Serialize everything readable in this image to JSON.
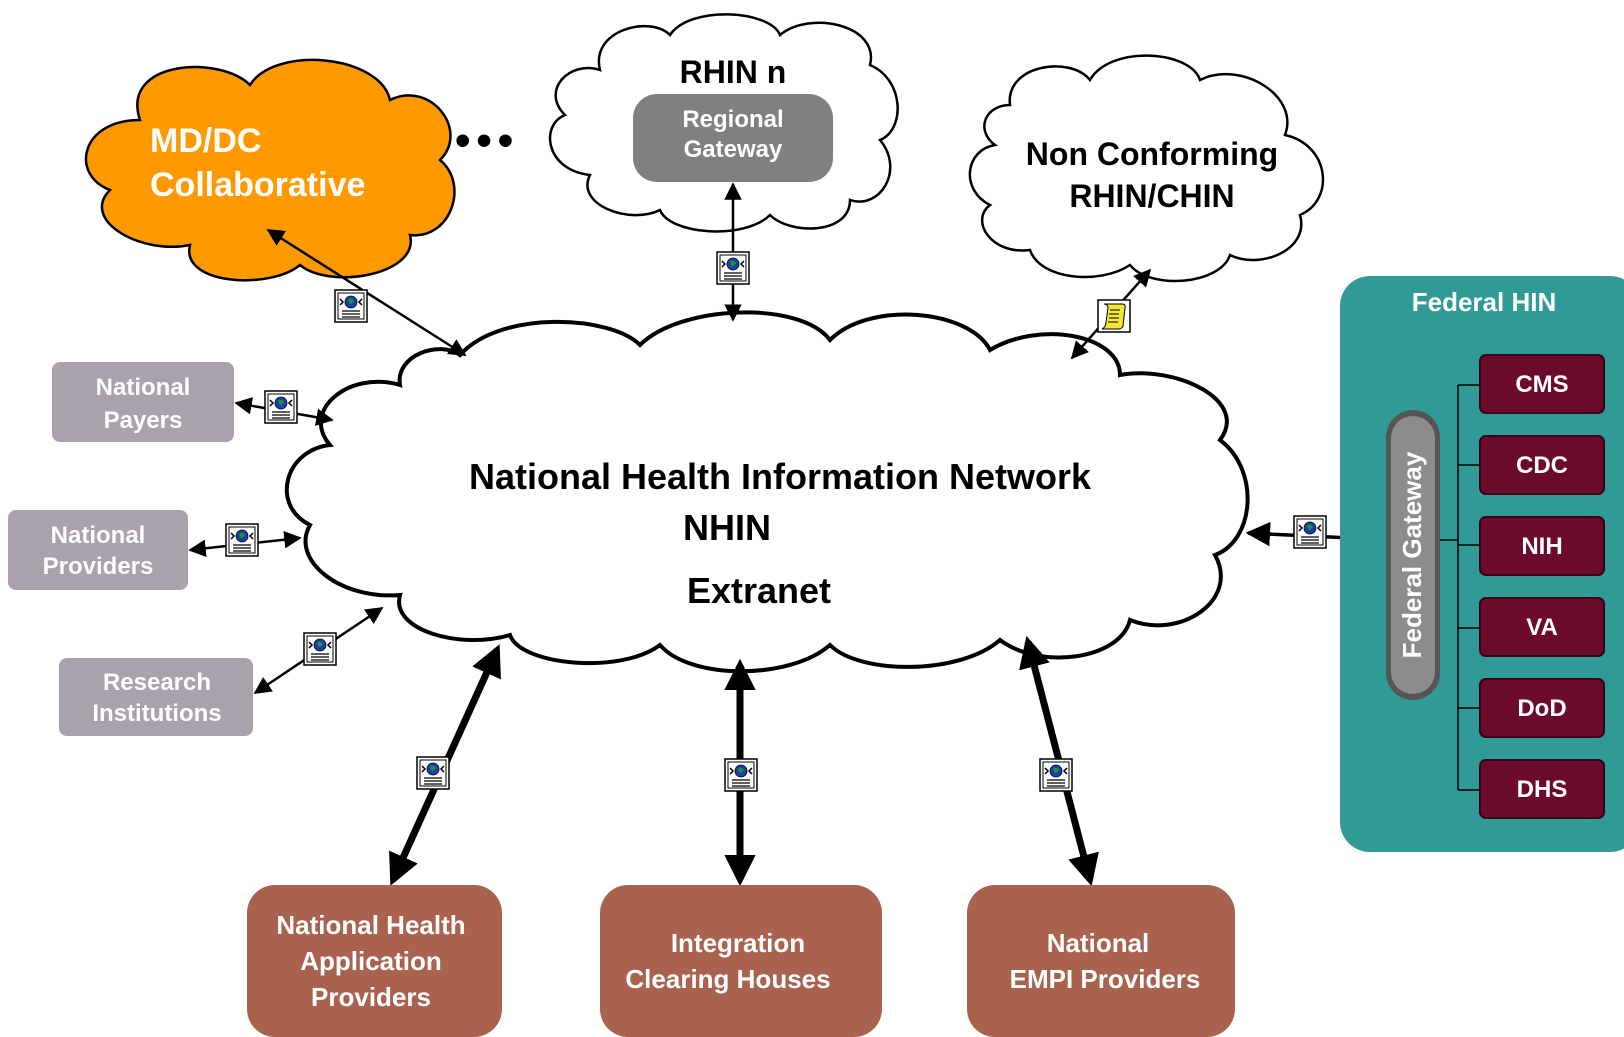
{
  "nhin": {
    "title_line1": "National Health Information Network",
    "title_line2": "NHIN",
    "title_line3": "Extranet"
  },
  "clouds": {
    "mddc": {
      "line1": "MD/DC",
      "line2": "Collaborative",
      "fill": "#ff9900"
    },
    "rhin_n": {
      "title": "RHIN n",
      "gateway_line1": "Regional",
      "gateway_line2": "Gateway"
    },
    "ellipsis": "•••",
    "nonconforming": {
      "line1": "Non Conforming",
      "line2": "RHIN/CHIN"
    }
  },
  "left_entities": {
    "payers": {
      "line1": "National",
      "line2": "Payers"
    },
    "providers": {
      "line1": "National",
      "line2": "Providers"
    },
    "research": {
      "line1": "Research",
      "line2": "Institutions"
    }
  },
  "bottom_entities": {
    "health_app": {
      "line1": "National Health",
      "line2": "Application",
      "line3": "Providers"
    },
    "clearing": {
      "line1": "Integration",
      "line2": "Clearing Houses"
    },
    "empi": {
      "line1": "National",
      "line2": "EMPI Providers"
    }
  },
  "federal": {
    "title": "Federal HIN",
    "gateway": "Federal Gateway",
    "agencies": [
      "CMS",
      "CDC",
      "NIH",
      "VA",
      "DoD",
      "DHS"
    ]
  },
  "icons": {
    "message": "xml-message-icon",
    "nonconforming_message": "scroll-document-icon"
  },
  "colors": {
    "entity_gray": "#a9a1ac",
    "entity_brown": "#a8624e",
    "federal_teal": "#2f9a96",
    "agency_maroon": "#6b0a2a",
    "gateway_gray": "#888888",
    "orange": "#ff9900"
  }
}
